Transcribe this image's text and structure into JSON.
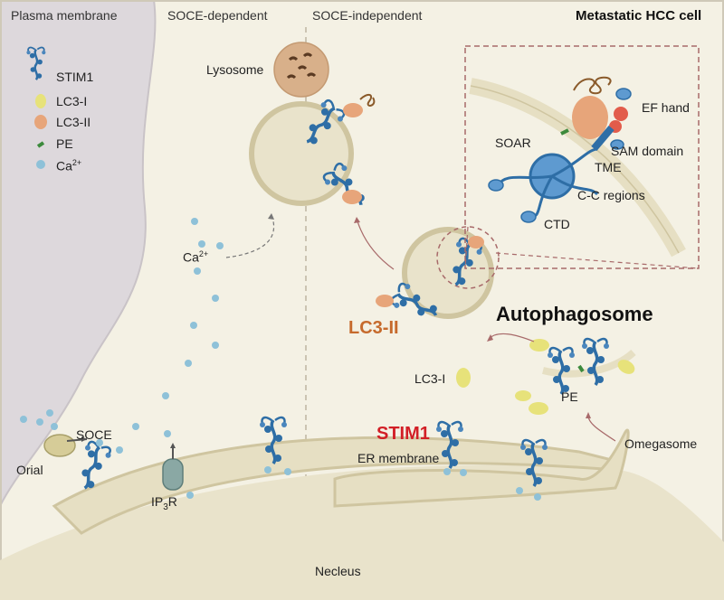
{
  "header": {
    "plasma_membrane": "Plasma membrane",
    "soce_dependent": "SOCE-dependent",
    "soce_independent": "SOCE-independent",
    "cell_title": "Metastatic HCC cell"
  },
  "legend": {
    "stim1": "STIM1",
    "lc3_i": "LC3-I",
    "lc3_ii": "LC3-II",
    "pe": "PE",
    "ca_base": "Ca",
    "ca_sup": "2+"
  },
  "labels": {
    "lysosome": "Lysosome",
    "ca_base": "Ca",
    "ca_sup": "2+",
    "autophagosome": "Autophagosome",
    "lc3_ii_big": "LC3-II",
    "lc3_i": "LC3-I",
    "pe": "PE",
    "stim1_big": "STIM1",
    "er_membrane": "ER membrane",
    "omegasome": "Omegasome",
    "soce": "SOCE",
    "orial": "Orial",
    "ip3r_base": "IP",
    "ip3r_sub": "3",
    "ip3r_end": "R",
    "necleus": "Necleus"
  },
  "inset": {
    "ef_hand": "EF hand",
    "sam_domain": "SAM domain",
    "soar": "SOAR",
    "tme": "TME",
    "cc_regions": "C-C regions",
    "ctd": "CTD"
  },
  "colors": {
    "cytoplasm": "#f4f1e4",
    "extracellular": "#ddd8dc",
    "er": "#e6dfc3",
    "er_edge": "#cfc5a0",
    "stim1": "#2e6ea6",
    "lc3_i": "#e7e27a",
    "lc3_ii": "#e7a57a",
    "pe": "#3c8a3c",
    "calcium": "#8ec1d8",
    "lysosome": "#d8b08a",
    "title_red": "#d21f26",
    "title_orange": "#c66a2c"
  }
}
